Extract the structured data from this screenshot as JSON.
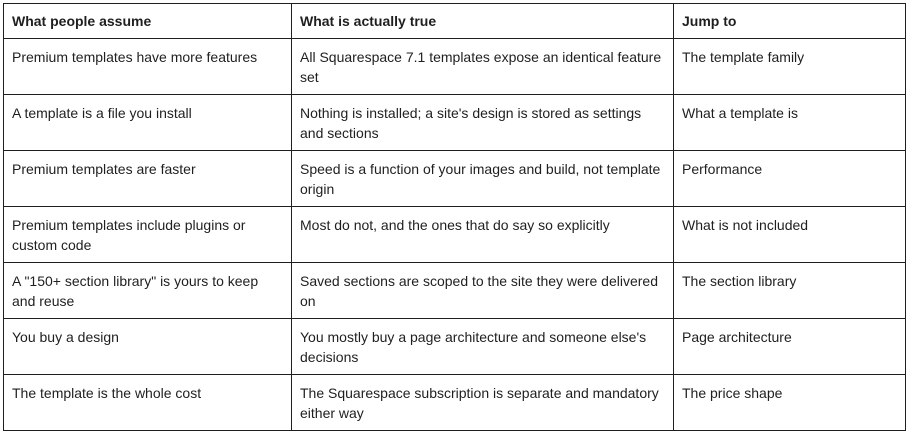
{
  "table": {
    "headers": [
      "What people assume",
      "What is actually true",
      "Jump to"
    ],
    "rows": [
      [
        "Premium templates have more features",
        "All Squarespace 7.1 templates expose an identical feature set",
        "The template family"
      ],
      [
        "A template is a file you install",
        "Nothing is installed; a site's design is stored as settings and sections",
        "What a template is"
      ],
      [
        "Premium templates are faster",
        "Speed is a function of your images and build, not template origin",
        "Performance"
      ],
      [
        "Premium templates include plugins or custom code",
        "Most do not, and the ones that do say so explicitly",
        "What is not included"
      ],
      [
        "A \"150+ section library\" is yours to keep and reuse",
        "Saved sections are scoped to the site they were delivered on",
        "The section library"
      ],
      [
        "You buy a design",
        "You mostly buy a page architecture and someone else's decisions",
        "Page architecture"
      ],
      [
        "The template is the whole cost",
        "The Squarespace subscription is separate and mandatory either way",
        "The price shape"
      ]
    ]
  }
}
